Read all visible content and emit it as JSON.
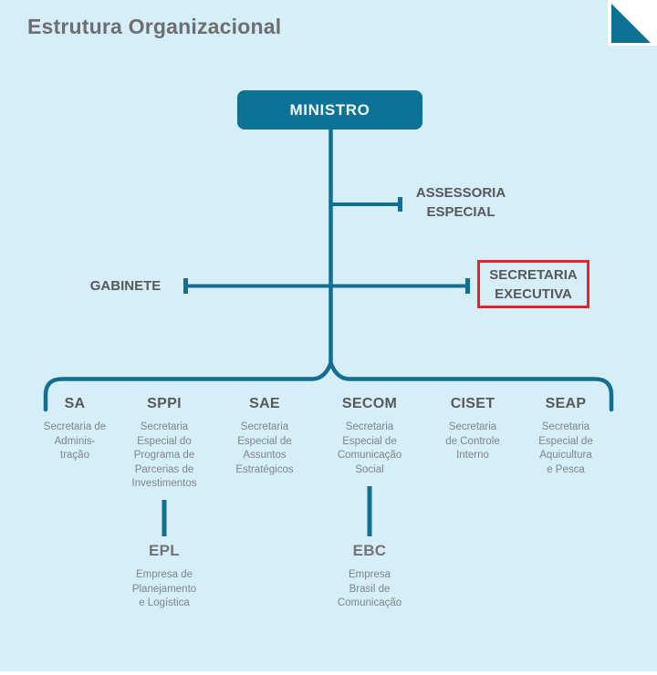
{
  "title": "Estrutura Organizacional",
  "colors": {
    "background": "#d5eef7",
    "teal_box": "#0c7296",
    "teal_line": "#136e91",
    "highlight_red": "#ec2027",
    "title_gray": "#6d6e71",
    "label_gray": "#57585a",
    "desc_gray": "#7e868a"
  },
  "org": {
    "root": {
      "label": "MINISTRO"
    },
    "advisors": {
      "assessoria": {
        "label": "ASSESSORIA\nESPECIAL"
      },
      "gabinete": {
        "label": "GABINETE"
      },
      "secretaria_executiva": {
        "label": "SECRETARIA\nEXECUTIVA",
        "highlighted": true
      }
    },
    "departments": [
      {
        "acronym": "SA",
        "name": "Secretaria de\nAdminis-\ntração"
      },
      {
        "acronym": "SPPI",
        "name": "Secretaria\nEspecial do\nPrograma de\nParcerias de\nInvestimentos"
      },
      {
        "acronym": "SAE",
        "name": "Secretaria\nEspecial de\nAssuntos\nEstratégicos"
      },
      {
        "acronym": "SECOM",
        "name": "Secretaria\nEspecial de\nComunicação\nSocial"
      },
      {
        "acronym": "CISET",
        "name": "Secretaria\nde Controle\nInterno"
      },
      {
        "acronym": "SEAP",
        "name": "Secretaria\nEspecial de\nAquicultura\ne Pesca"
      }
    ],
    "subsidiaries": [
      {
        "acronym": "EPL",
        "parent": "SPPI",
        "name": "Empresa de\nPlanejamento\ne Logística"
      },
      {
        "acronym": "EBC",
        "parent": "SECOM",
        "name": "Empresa\nBrasil de\nComunicação"
      }
    ]
  }
}
